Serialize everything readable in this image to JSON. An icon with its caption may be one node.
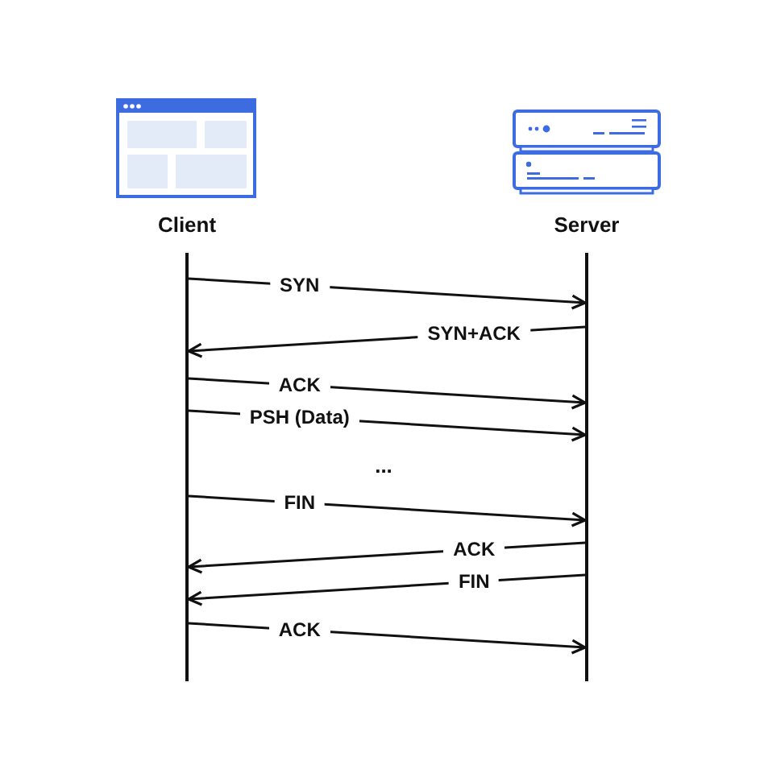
{
  "diagram": {
    "nodes": [
      {
        "text": [
          "Client"
        ]
      },
      {
        "text": [
          "Server"
        ]
      }
    ],
    "edges": [
      {
        "from": 0,
        "to": 1,
        "arrow": "to",
        "label": "SYN"
      },
      {
        "from": 1,
        "to": 0,
        "arrow": "to",
        "label": "SYN+ACK"
      },
      {
        "from": 0,
        "to": 1,
        "arrow": "to",
        "label": "ACK"
      },
      {
        "from": 0,
        "to": 1,
        "arrow": "to",
        "label": "PSH (Data)"
      },
      {
        "from": 0,
        "to": 1,
        "arrow": "to",
        "label": "FIN"
      },
      {
        "from": 1,
        "to": 0,
        "arrow": "to",
        "label": "ACK"
      },
      {
        "from": 1,
        "to": 0,
        "arrow": "to",
        "label": "FIN"
      },
      {
        "from": 0,
        "to": 1,
        "arrow": "to",
        "label": "ACK"
      }
    ],
    "labels": [
      "..."
    ]
  }
}
